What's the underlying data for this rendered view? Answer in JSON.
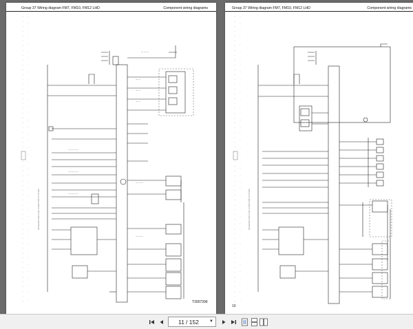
{
  "left_page": {
    "header_left": "Group 37 Wiring diagram FM7, FM10, FM12 LHD",
    "header_right": "Component wiring diagrams",
    "footer": "T3007399"
  },
  "right_page": {
    "header_left": "Group 37 Wiring diagram FM7, FM10, FM12 LHD",
    "header_right": "Component wiring diagrams",
    "page_number": "10"
  },
  "toolbar": {
    "first_page_icon": "first-page-icon",
    "prev_page_icon": "previous-page-icon",
    "current_page": "11",
    "page_separator": "/ 152",
    "next_page_icon": "next-page-icon",
    "last_page_icon": "last-page-icon",
    "dropdown_icon": "chevron-down-icon",
    "single_page_icon": "single-page-view-icon",
    "continuous_icon": "continuous-view-icon",
    "facing_icon": "facing-pages-icon",
    "accent_color": "#2f57a7"
  }
}
